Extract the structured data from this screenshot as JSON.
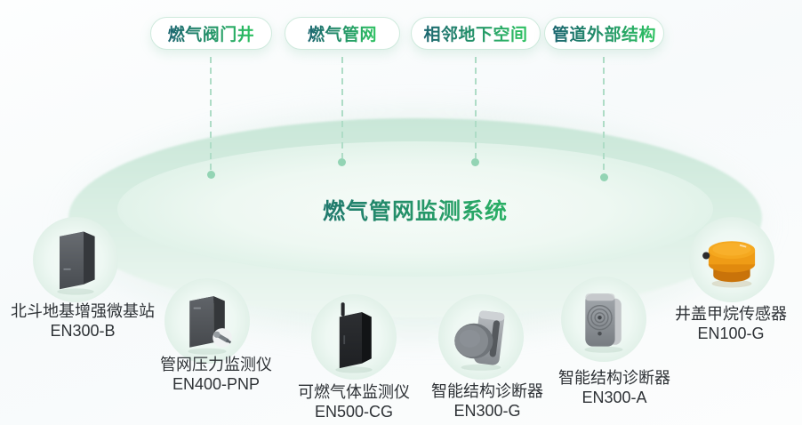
{
  "header_badges": [
    {
      "label": "燃气阀门井"
    },
    {
      "label": "燃气管网"
    },
    {
      "label": "相邻地下空间"
    },
    {
      "label": "管道外部结构"
    }
  ],
  "platform": {
    "title": "燃气管网监测系统"
  },
  "devices": [
    {
      "name": "北斗地基增强微基站",
      "model": "EN300-B",
      "icon": "beidou-base-station-icon"
    },
    {
      "name": "管网压力监测仪",
      "model": "EN400-PNP",
      "icon": "pipeline-pressure-monitor-icon"
    },
    {
      "name": "可燃气体监测仪",
      "model": "EN500-CG",
      "icon": "combustible-gas-monitor-icon"
    },
    {
      "name": "智能结构诊断器",
      "model": "EN300-G",
      "icon": "smart-structure-diagnoser-g-icon"
    },
    {
      "name": "智能结构诊断器",
      "model": "EN300-A",
      "icon": "smart-structure-diagnoser-a-icon"
    },
    {
      "name": "井盖甲烷传感器",
      "model": "EN100-G",
      "icon": "manhole-methane-sensor-icon"
    }
  ],
  "colors": {
    "text_gradient_start": "#1b6570",
    "text_gradient_end": "#2fc362",
    "badge_border": "#cfeadd",
    "dash_line": "#aedcc6",
    "connector_dot": "#93d4b4",
    "platform_rim": "#c9e7d8",
    "platform_surface": "#eef8f2",
    "device_label": "#2e3236",
    "sensor_orange": "#f5a81f"
  }
}
